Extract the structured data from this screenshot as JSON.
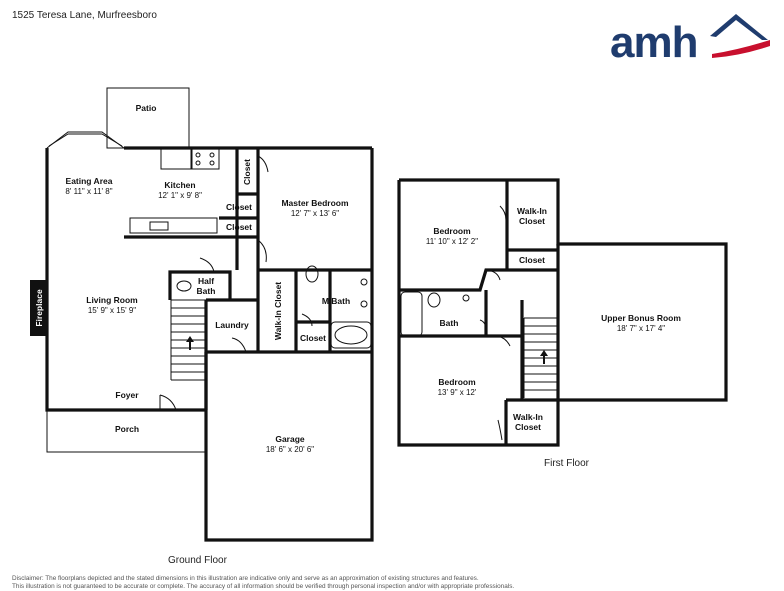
{
  "address": "1525 Teresa Lane, Murfreesboro",
  "brand": {
    "logo_text": "amh",
    "colors": {
      "navy": "#1f3c6e",
      "red": "#c8102e"
    }
  },
  "floors": {
    "ground": "Ground Floor",
    "first": "First Floor"
  },
  "rooms": {
    "patio": {
      "name": "Patio"
    },
    "eating_area": {
      "name": "Eating Area",
      "dims": "8' 11\" x 11' 8\""
    },
    "kitchen": {
      "name": "Kitchen",
      "dims": "12' 1\" x 9' 8\""
    },
    "closet_kitchen_top": {
      "name": "Closet"
    },
    "closet_kitchen_mid": {
      "name": "Closet"
    },
    "closet_kitchen_low": {
      "name": "Closet"
    },
    "master_bedroom": {
      "name": "Master Bedroom",
      "dims": "12' 7\" x 13' 6\""
    },
    "half_bath": {
      "name": "Half\nBath"
    },
    "living_room": {
      "name": "Living Room",
      "dims": "15' 9\" x 15' 9\""
    },
    "fireplace": {
      "name": "Fireplace"
    },
    "laundry": {
      "name": "Laundry"
    },
    "walk_in_closet_master": {
      "name": "Walk-In Closet"
    },
    "m_bath": {
      "name": "M.Bath"
    },
    "closet_mbath": {
      "name": "Closet"
    },
    "foyer": {
      "name": "Foyer"
    },
    "porch": {
      "name": "Porch"
    },
    "garage": {
      "name": "Garage",
      "dims": "18' 6\" x 20' 6\""
    },
    "bedroom_upper": {
      "name": "Bedroom",
      "dims": "11' 10\" x 12' 2\""
    },
    "walk_in_closet_upper": {
      "name": "Walk-In\nCloset"
    },
    "closet_upper": {
      "name": "Closet"
    },
    "bath_upper": {
      "name": "Bath"
    },
    "upper_bonus_room": {
      "name": "Upper Bonus Room",
      "dims": "18' 7\" x 17' 4\""
    },
    "bedroom_lower": {
      "name": "Bedroom",
      "dims": "13' 9\" x 12'"
    },
    "walk_in_closet_lower": {
      "name": "Walk-In\nCloset"
    }
  },
  "disclaimer": {
    "line1": "Disclaimer: The floorplans depicted and the stated dimensions in this illustration are indicative only and serve as an approximation of existing structures and features.",
    "line2": "This illustration is not guaranteed to be accurate or complete. The accuracy of all information should be verified through personal inspection and/or with appropriate professionals."
  }
}
